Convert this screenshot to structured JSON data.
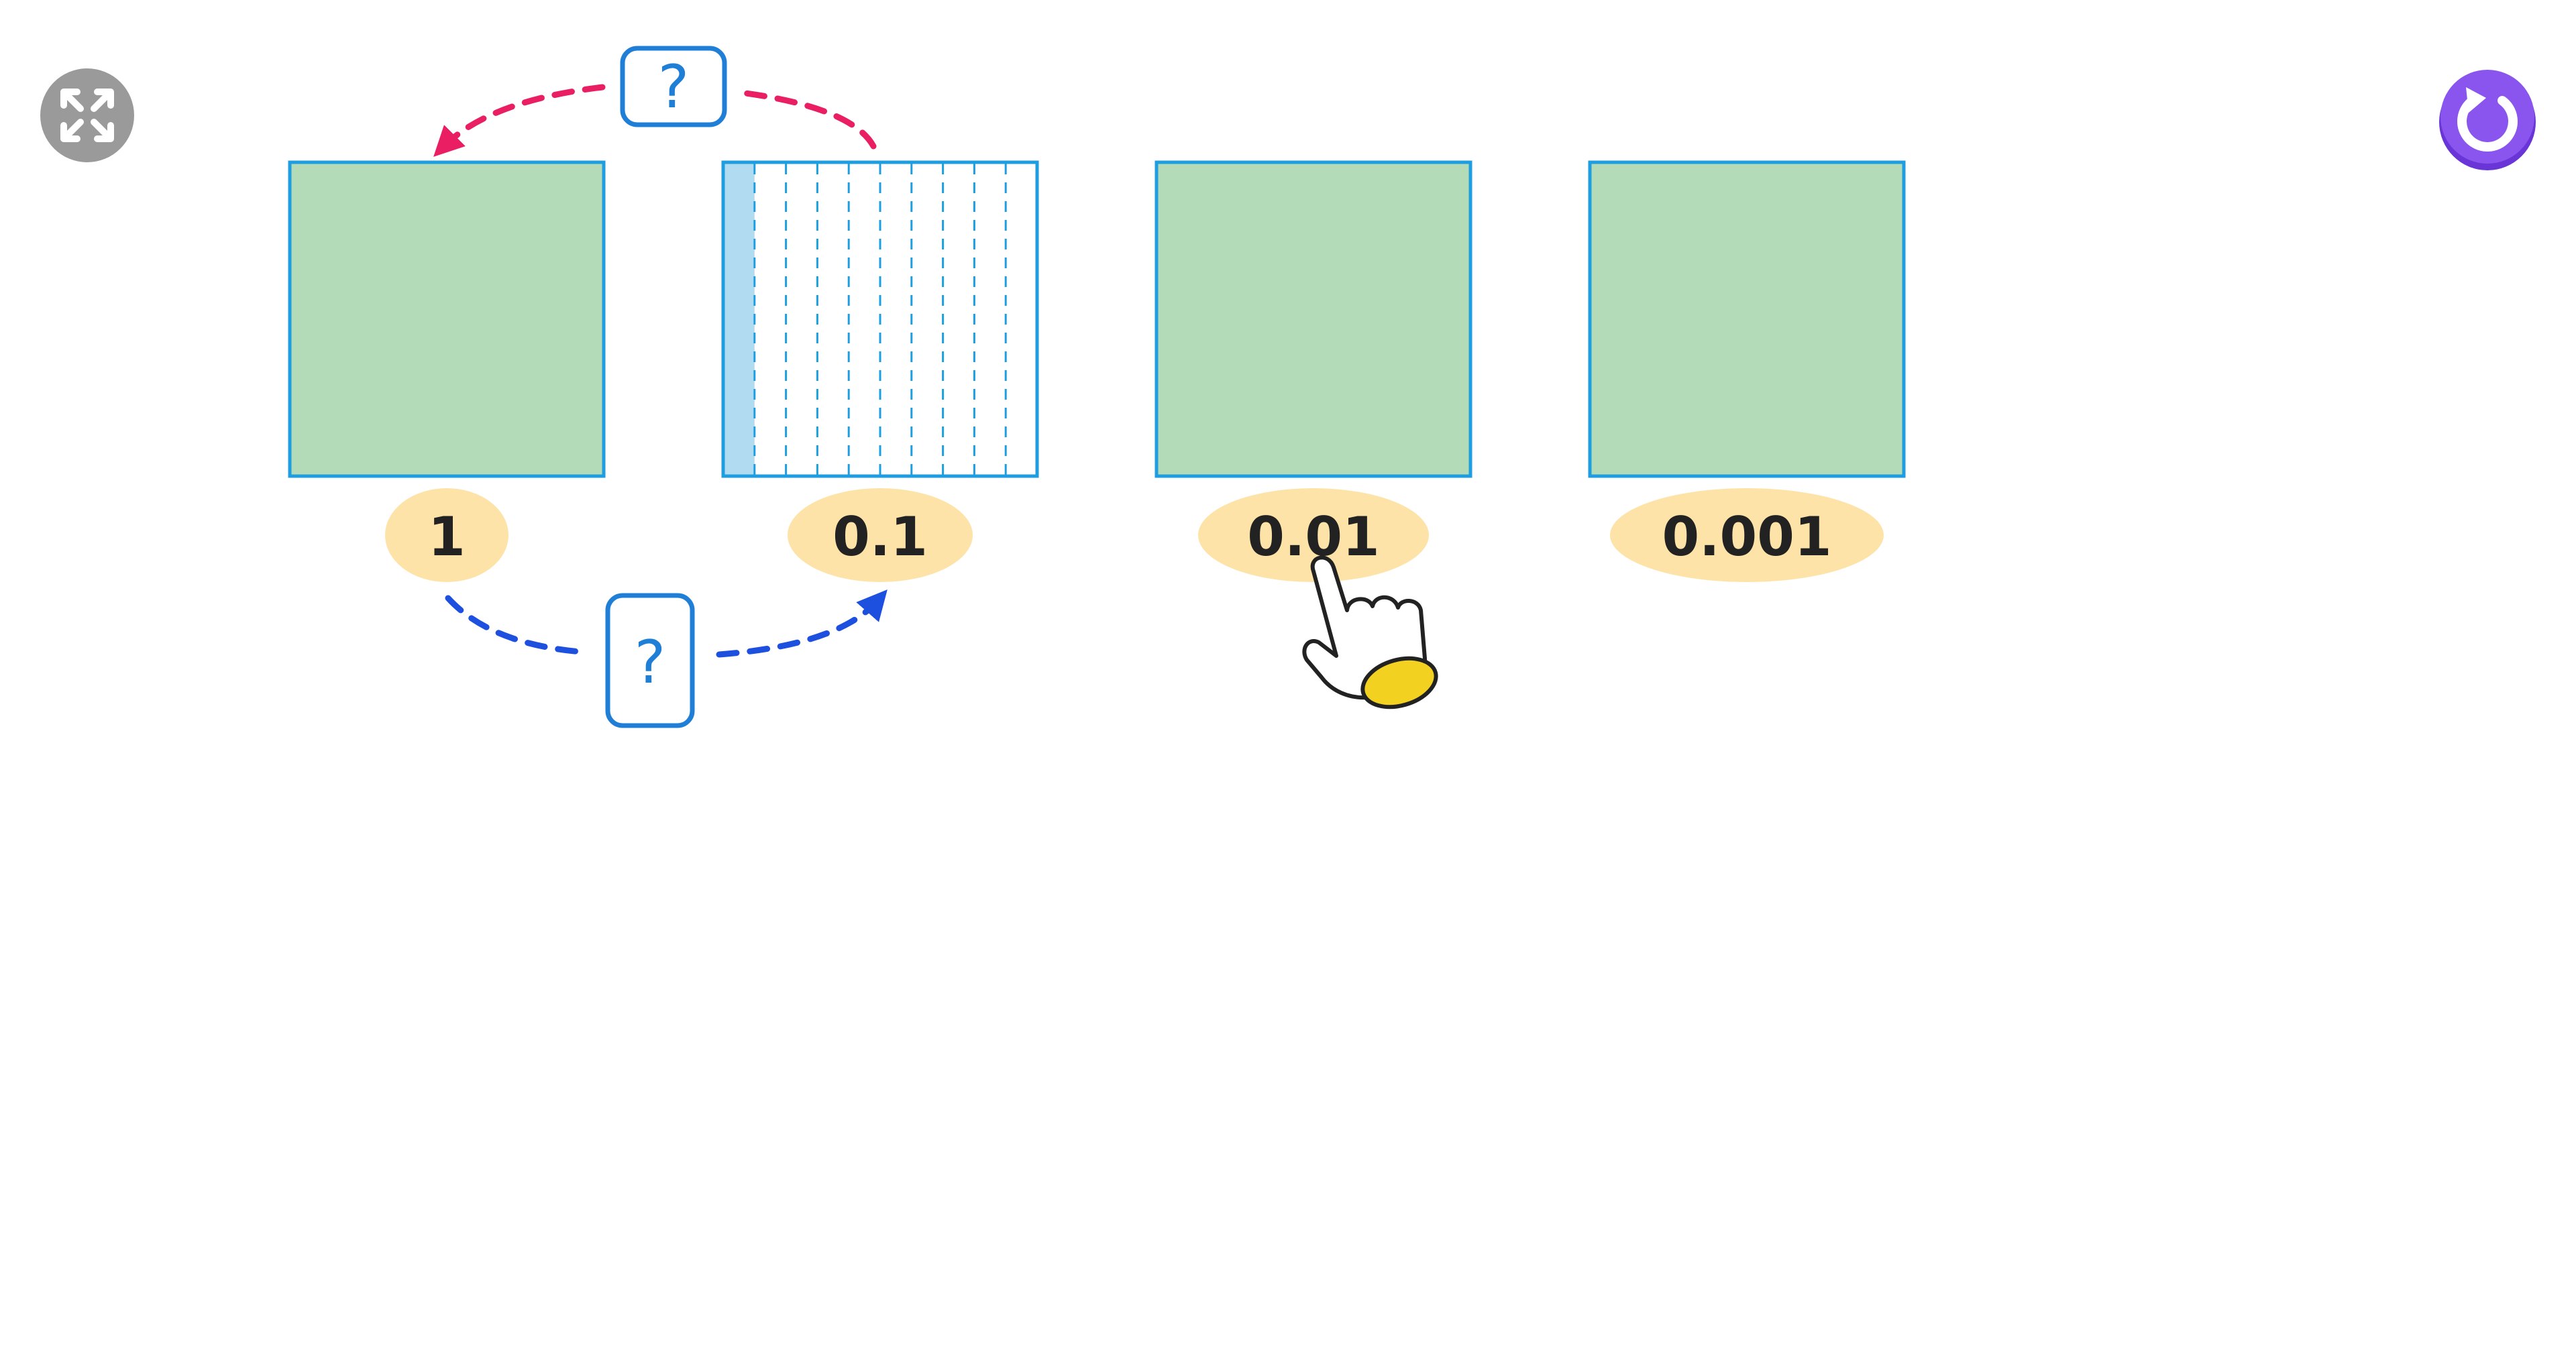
{
  "toolbar": {
    "fullscreen_icon": "expand-icon",
    "reset_icon": "refresh-icon",
    "fullscreen_bg": "#9a9a9a",
    "reset_bg": "#7a45e6"
  },
  "squares": [
    {
      "label": "1",
      "fill": "#b3dbb7"
    },
    {
      "label": "0.1",
      "fill": "#ffffff",
      "divided_into": 10,
      "highlighted_parts": 1
    },
    {
      "label": "0.01",
      "fill": "#b3dbb7"
    },
    {
      "label": "0.001",
      "fill": "#b3dbb7"
    }
  ],
  "relations": {
    "top_question": "?",
    "bottom_question": "?",
    "top_arrow_color": "#e91e63",
    "bottom_arrow_color": "#1e50e0"
  },
  "colors": {
    "square_border": "#1e9ee0",
    "label_bubble": "#fde3a7",
    "question_border": "#1f7fd6",
    "highlight": "#b1dbf0"
  },
  "pointer": {
    "icon": "hand-pointer-icon"
  }
}
